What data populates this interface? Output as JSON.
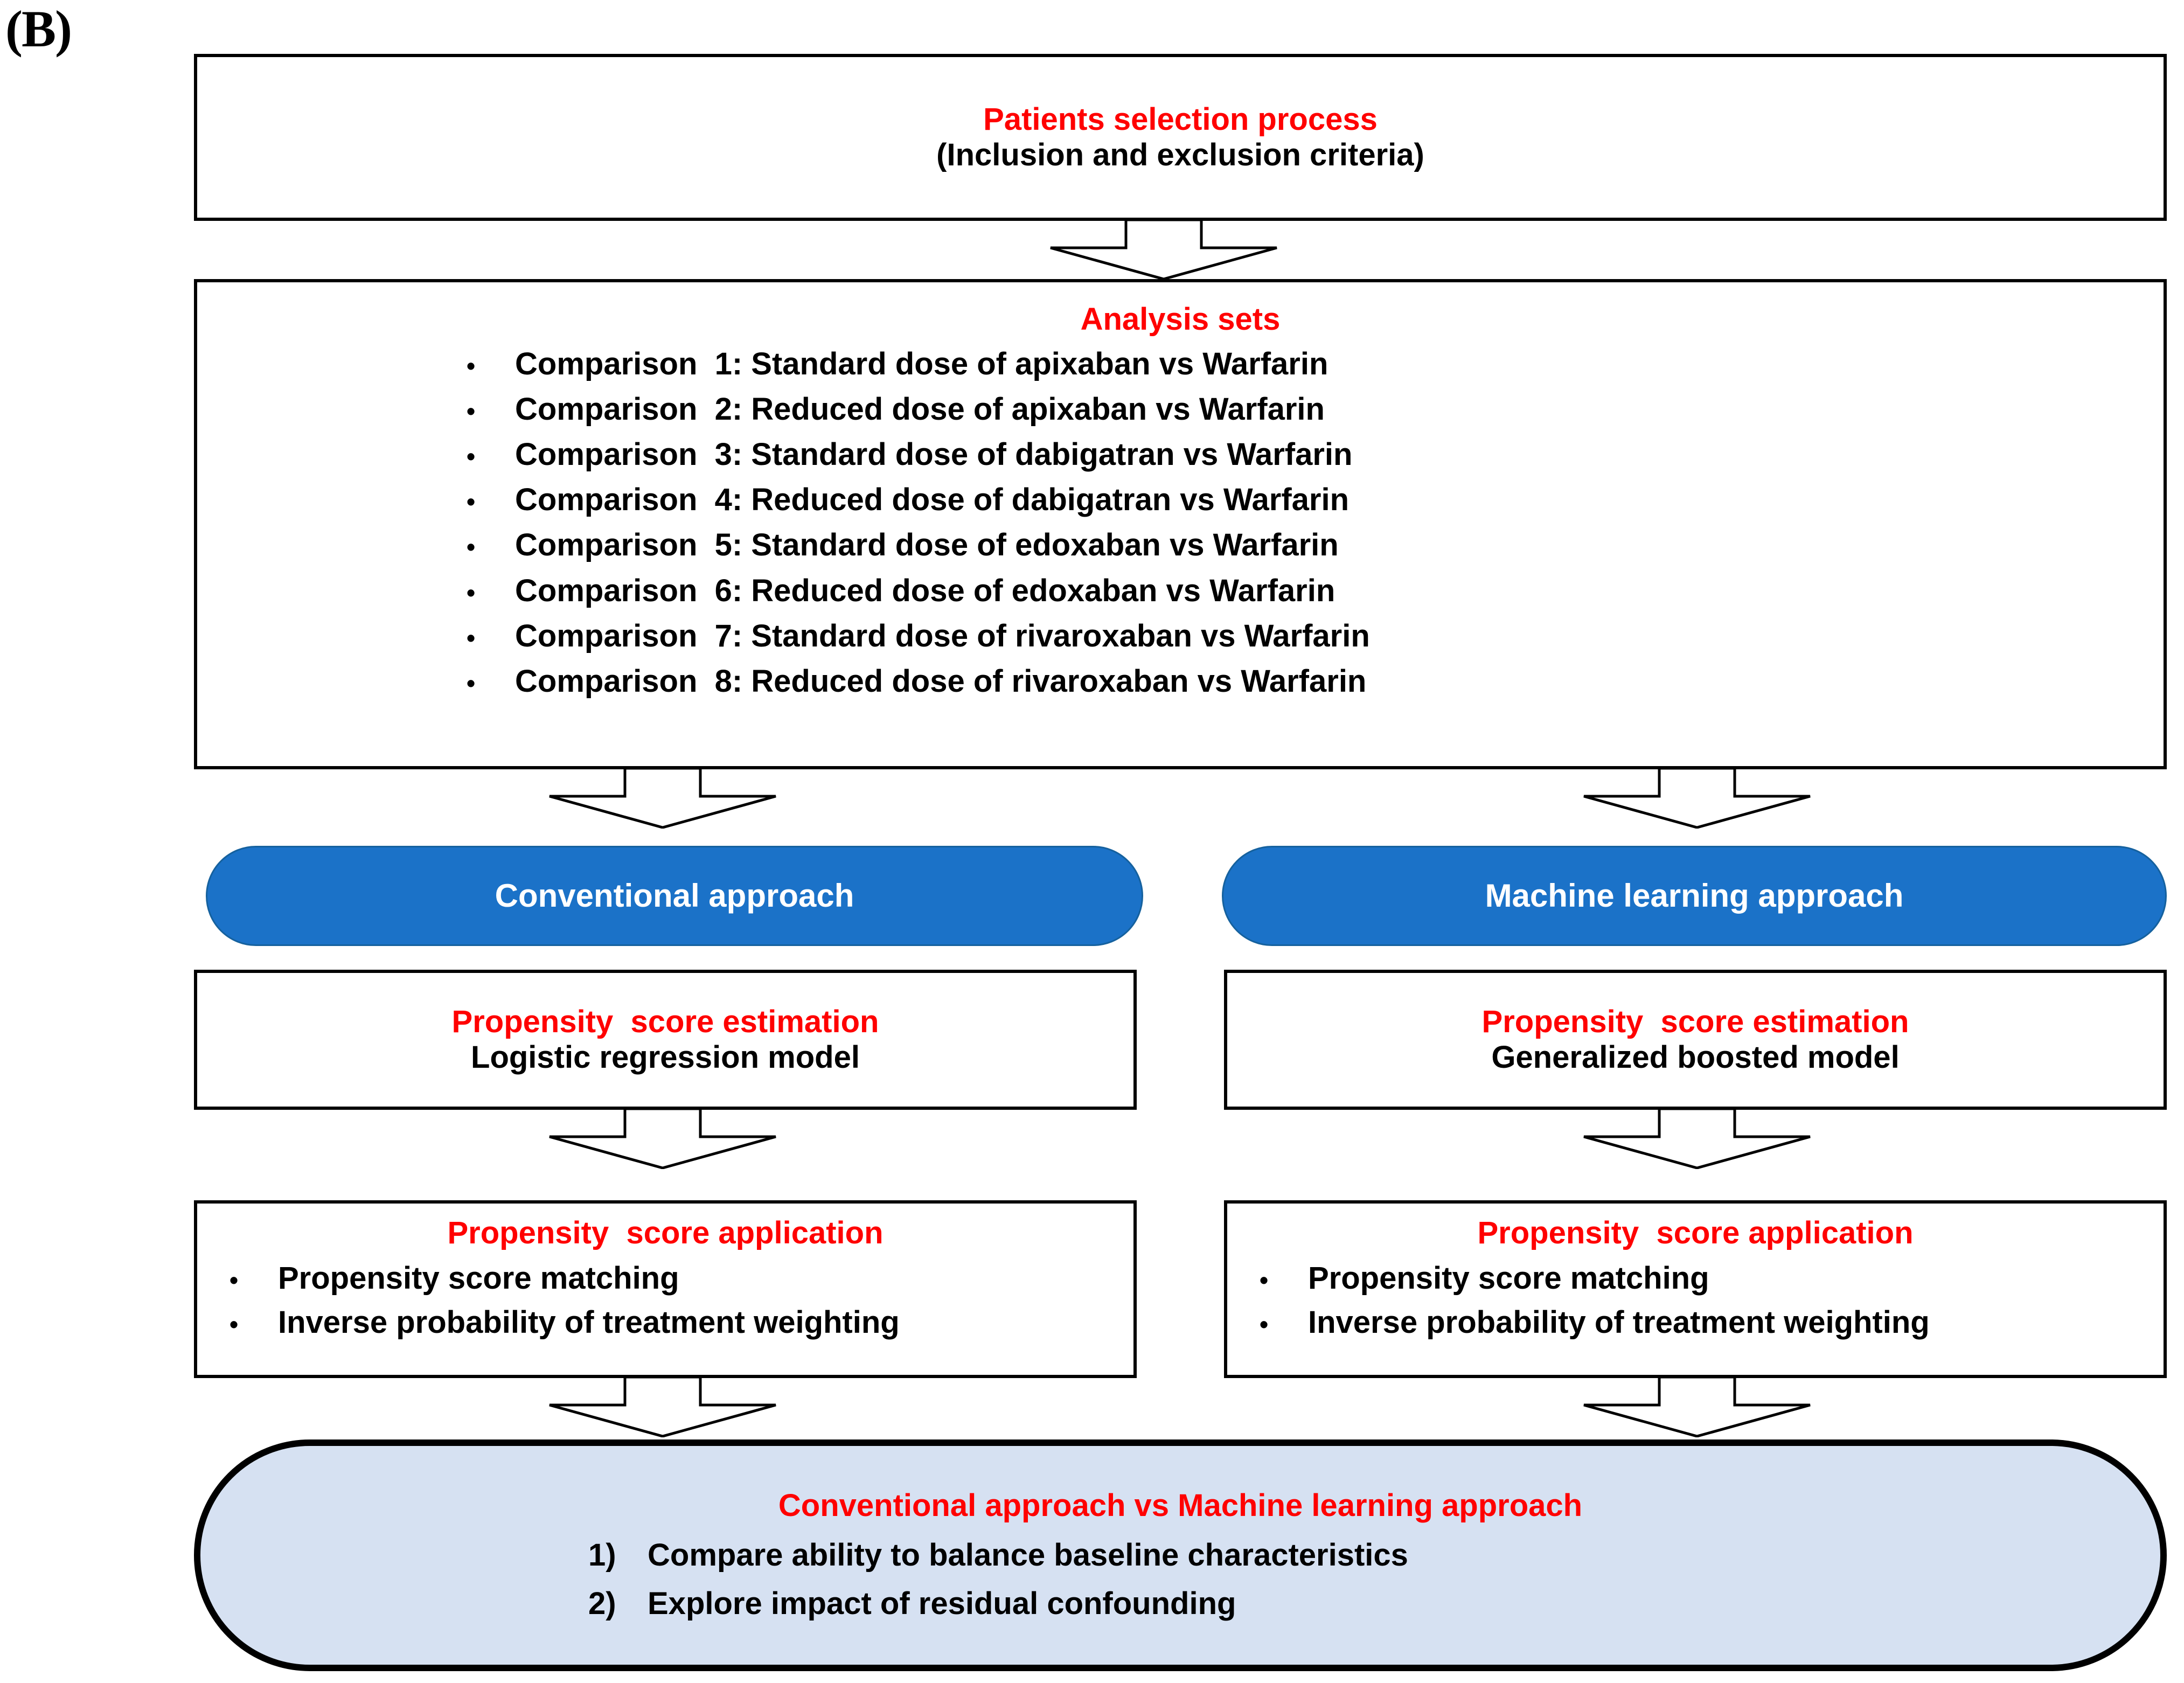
{
  "panel": {
    "label": "(B)"
  },
  "colors": {
    "accent_red": "#ff0000",
    "pill_blue": "#1b72c8",
    "result_blue": "#d6e1f2",
    "outline_black": "#000000"
  },
  "selection_box": {
    "title": "Patients selection process",
    "subtitle": "(Inclusion and exclusion criteria)"
  },
  "analysis_box": {
    "title": "Analysis sets",
    "bullet": "•",
    "items": [
      "Comparison  1: Standard dose of apixaban vs Warfarin",
      "Comparison  2: Reduced dose of apixaban vs Warfarin",
      "Comparison  3: Standard dose of dabigatran vs Warfarin",
      "Comparison  4: Reduced dose of dabigatran vs Warfarin",
      "Comparison  5: Standard dose of edoxaban vs Warfarin",
      "Comparison  6: Reduced dose of edoxaban vs Warfarin",
      "Comparison  7: Standard dose of rivaroxaban vs Warfarin",
      "Comparison  8: Reduced dose of rivaroxaban vs Warfarin"
    ]
  },
  "left_branch": {
    "approach_label": "Conventional approach",
    "estimation": {
      "title": "Propensity  score estimation",
      "model": "Logistic regression model"
    },
    "application": {
      "title": "Propensity  score application",
      "bullet": "•",
      "items": [
        "Propensity score matching",
        "Inverse probability of treatment weighting"
      ]
    }
  },
  "right_branch": {
    "approach_label": "Machine learning approach",
    "estimation": {
      "title": "Propensity  score estimation",
      "model": "Generalized boosted model"
    },
    "application": {
      "title": "Propensity  score application",
      "bullet": "•",
      "items": [
        "Propensity score matching",
        "Inverse probability of treatment weighting"
      ]
    }
  },
  "result_box": {
    "title": "Conventional approach vs Machine learning approach",
    "items": [
      {
        "marker": "1)",
        "text": "Compare ability to balance baseline characteristics"
      },
      {
        "marker": "2)",
        "text": "Explore impact of residual confounding"
      }
    ]
  }
}
